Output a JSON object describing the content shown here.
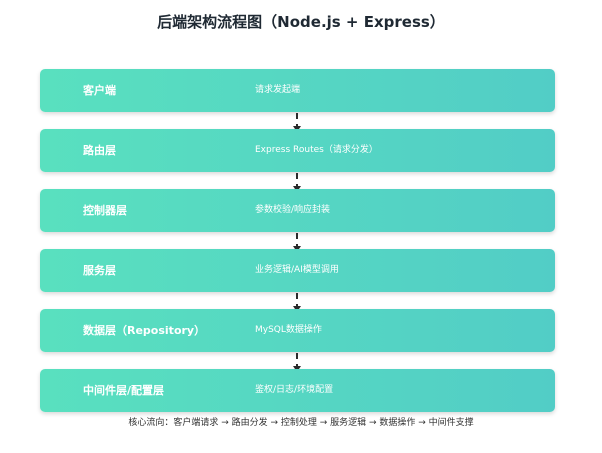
{
  "title": "后端架构流程图（Node.js + Express）",
  "layers": [
    {
      "name": "客户端",
      "desc": "请求发起端"
    },
    {
      "name": "路由层",
      "desc": "Express Routes（请求分发）"
    },
    {
      "name": "控制器层",
      "desc": "参数校验/响应封装"
    },
    {
      "name": "服务层",
      "desc": "业务逻辑/AI模型调用"
    },
    {
      "name": "数据层（Repository）",
      "desc": "MySQL数据操作"
    },
    {
      "name": "中间件层/配置层",
      "desc": "鉴权/日志/环境配置"
    }
  ],
  "footer": "核心流向：客户端请求 → 路由分发 → 控制处理 → 服务逻辑 → 数据操作 → 中间件支撑",
  "colors": {
    "box_start": "#59e0bf",
    "box_end": "#52cdc6",
    "text": "#ffffff",
    "arrow": "#2b2b2b"
  }
}
